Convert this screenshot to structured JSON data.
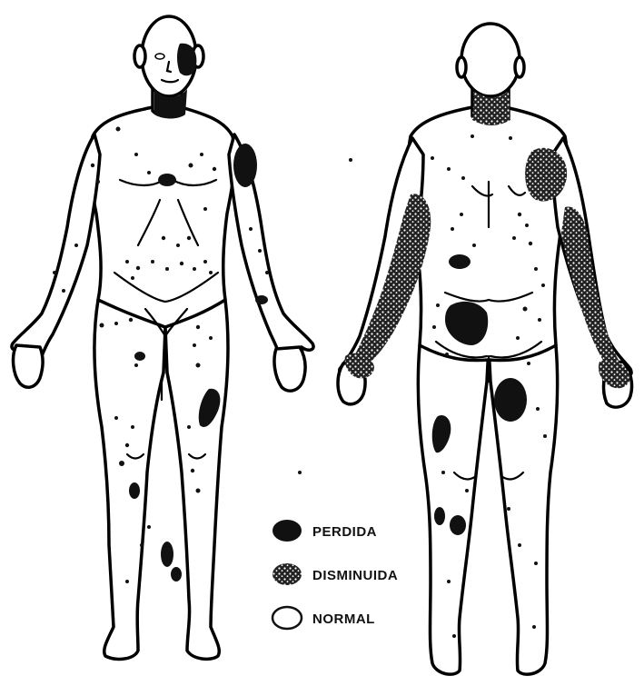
{
  "legend": {
    "items": [
      {
        "key": "perdida",
        "label": "PERDIDA",
        "style": "solid-black"
      },
      {
        "key": "disminuida",
        "label": "DISMINUIDA",
        "style": "stippled"
      },
      {
        "key": "normal",
        "label": "NORMAL",
        "style": "empty-outline"
      }
    ]
  },
  "colors": {
    "ink": "#111111",
    "background": "#ffffff"
  },
  "figures": [
    {
      "view": "front"
    },
    {
      "view": "back"
    }
  ]
}
